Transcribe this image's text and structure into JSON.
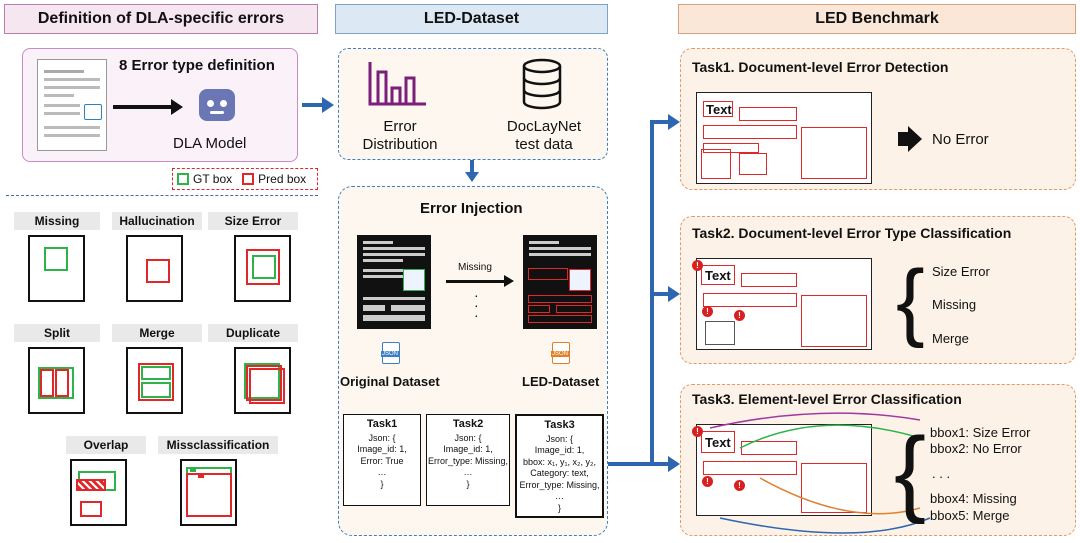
{
  "headers": {
    "left": "Definition of DLA-specific errors",
    "middle": "LED-Dataset",
    "right": "LED Benchmark"
  },
  "definition": {
    "title": "8 Error type definition",
    "model": "DLA Model",
    "legend_gt": "GT box",
    "legend_pred": "Pred box"
  },
  "error_types": [
    "Missing",
    "Hallucination",
    "Size Error",
    "Split",
    "Merge",
    "Duplicate",
    "Overlap",
    "Missclassification"
  ],
  "dataset": {
    "error_distribution": "Error\nDistribution",
    "doclaynet": "DocLayNet\ntest data",
    "injection_title": "Error Injection",
    "arrow_label": "Missing",
    "original": "Original Dataset",
    "led": "LED-Dataset",
    "json_label": "JSON"
  },
  "json_tasks": [
    {
      "title": "Task1",
      "lines": [
        "Json: {",
        "Image_id: 1,",
        "Error: True",
        "…",
        "}"
      ]
    },
    {
      "title": "Task2",
      "lines": [
        "Json: {",
        "Image_id: 1,",
        "Error_type: Missing,",
        "…",
        "}"
      ]
    },
    {
      "title": "Task3",
      "lines": [
        "Json: {",
        "Image_id: 1,",
        "bbox: x₁, y₁, x₂, y₂,",
        "Category: text,",
        "Error_type: Missing,",
        "…",
        "}"
      ]
    }
  ],
  "benchmark": {
    "task1_title": "Task1. Document-level Error Detection",
    "task1_result": "No Error",
    "task2_title": "Task2. Document-level Error Type Classification",
    "task2_results": [
      "Size Error",
      "Missing",
      "Merge"
    ],
    "task3_title": "Task3. Element-level Error Classification",
    "task3_results": [
      "bbox1: Size Error",
      "bbox2: No Error",
      ". . .",
      "bbox4: Missing",
      "bbox5: Merge"
    ],
    "doc_text": "Text"
  },
  "colors": {
    "gt": "#2eb34a",
    "pred": "#e0282a",
    "arrow": "#2e66b0"
  }
}
